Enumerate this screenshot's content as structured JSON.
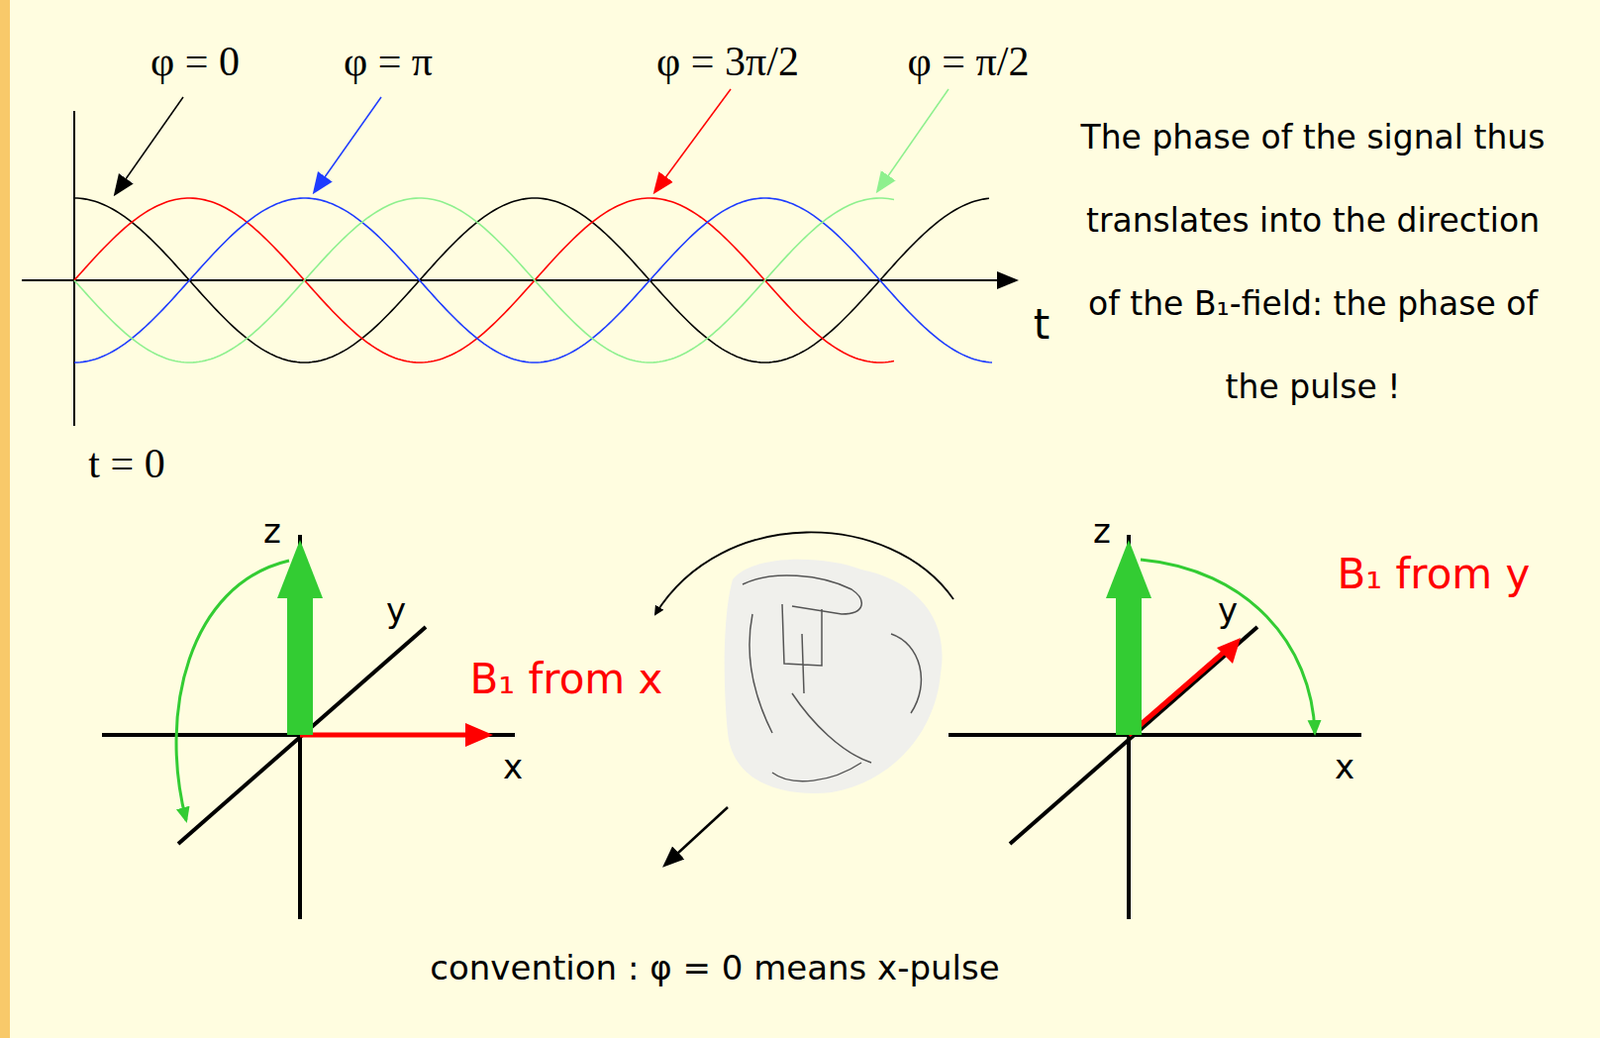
{
  "diagram": {
    "labels": [
      "φ = 0",
      "φ = π",
      "φ = 3π/2",
      "φ = π/2",
      "t",
      "t = 0",
      "The phase of the signal thus translates into the direction of the B₁-field: the phase of the pulse !",
      "z",
      "y",
      "x",
      "B₁ from x",
      "z",
      "y",
      "x",
      "B₁ from y",
      "convention : φ = 0 means x-pulse"
    ]
  }
}
